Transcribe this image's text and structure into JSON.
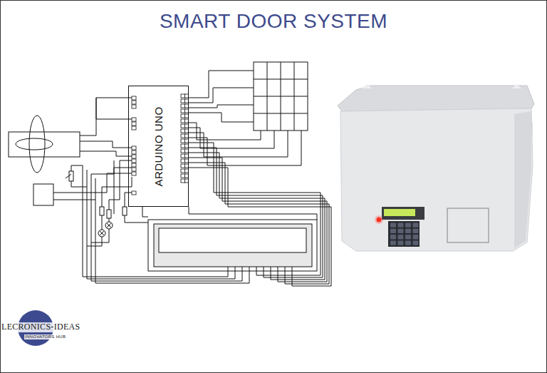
{
  "diagram": {
    "title": "SMART DOOR SYSTEM",
    "nodes": [
      {
        "text": [
          "ARDUINO UNO"
        ]
      }
    ],
    "edges": [],
    "labels": [
      "LECRONICS-IDEAS",
      "INNOVATORS HUB"
    ]
  }
}
